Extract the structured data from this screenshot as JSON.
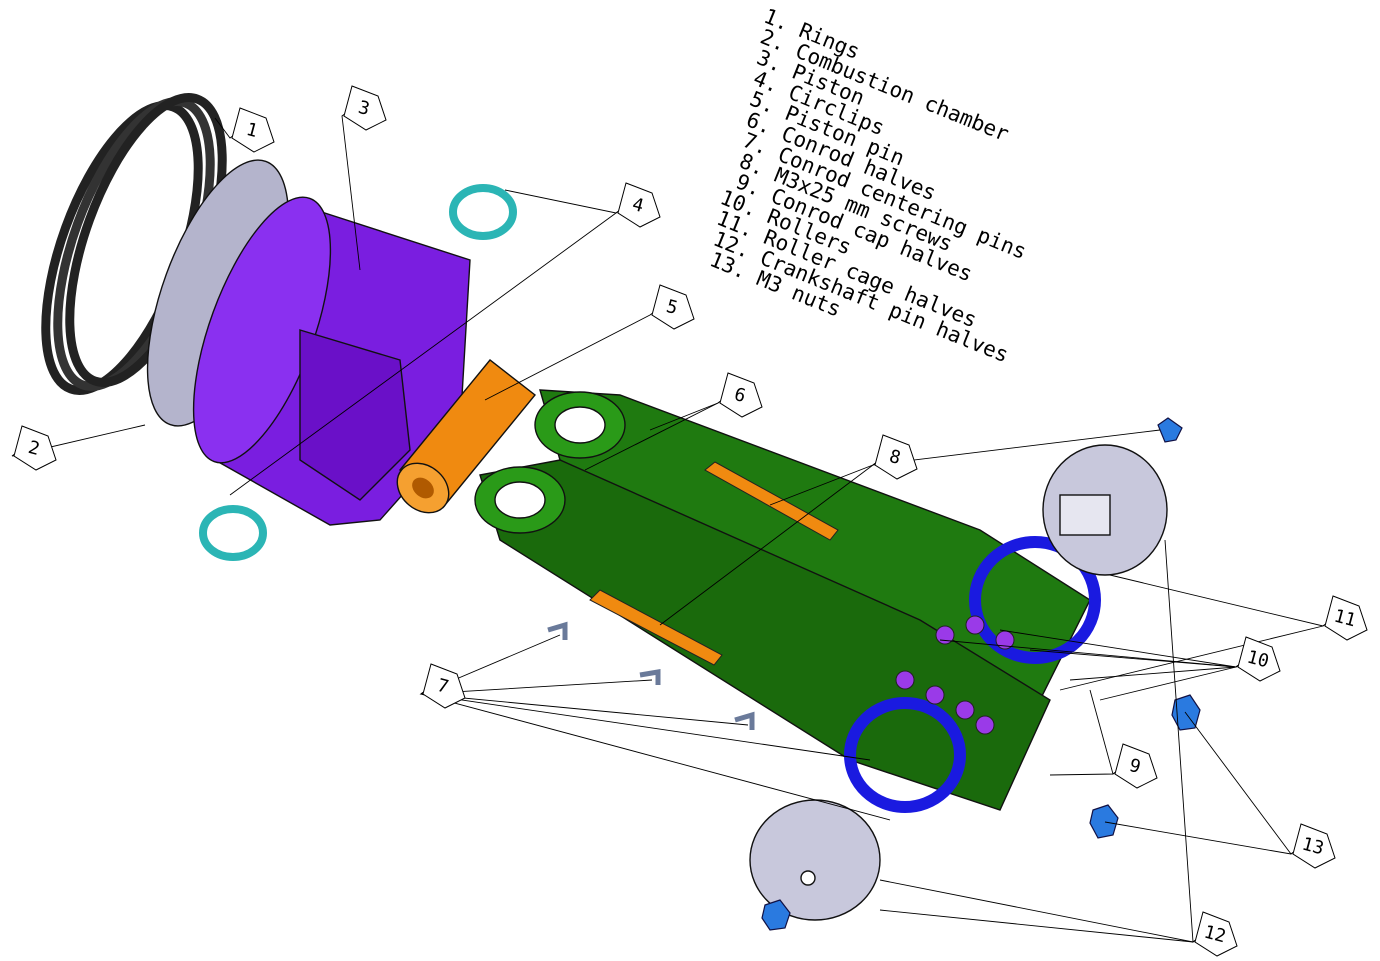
{
  "legend": [
    "1. Rings",
    "2. Combustion chamber",
    "3. Piston",
    "4. Circlips",
    "5. Piston pin",
    "6. Conrod halves",
    "7. Conrod centering pins",
    "8. M3x25 mm screws",
    "9. Conrod cap halves",
    "10. Rollers",
    "11. Roller cage halves",
    "12. Crankshaft pin halves",
    "13. M3 nuts"
  ],
  "callouts": [
    "1",
    "2",
    "3",
    "4",
    "5",
    "6",
    "7",
    "8",
    "9",
    "10",
    "11",
    "12",
    "13"
  ],
  "colors": {
    "rings": "#2a2a2a",
    "combustion_chamber": "#b4b4cc",
    "piston": "#7a1ee0",
    "circlips": "#2bb5b5",
    "piston_pin": "#f08a10",
    "conrod": "#1f7a10",
    "roller_cage": "#1a1ae0",
    "rollers": "#9a3ae8",
    "crank_pin": "#c8c8dc",
    "nuts": "#2a7ae0",
    "centering_pins": "#6a7a9a"
  }
}
